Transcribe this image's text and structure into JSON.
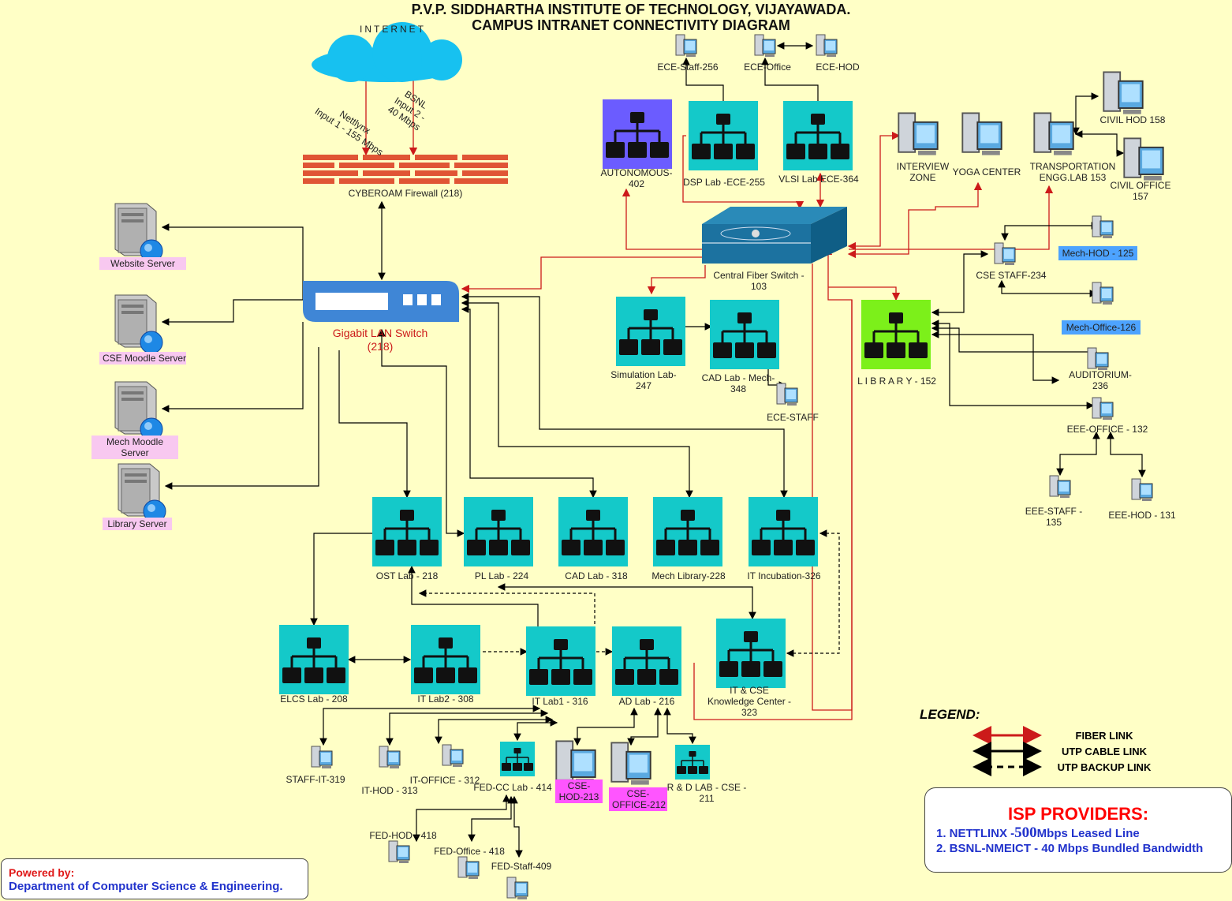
{
  "title": {
    "line1": "P.V.P. SIDDHARTHA INSTITUTE OF TECHNOLOGY, VIJAYAWADA.",
    "line2": "CAMPUS INTRANET CONNECTIVITY DIAGRAM"
  },
  "colors": {
    "background": "#ffffc6",
    "fiber": "#cc1a1a",
    "utp": "#000000",
    "switch_teal": "#14c9c9",
    "autonomous": "#6b5cff",
    "library": "#7cf01a",
    "cloud": "#17c1f0",
    "firewall": "#e05535",
    "lan_switch": "#3f86d6"
  },
  "internet": {
    "label": "INTERNET",
    "input1": "Nettlynx\nInput 1 - 155 Mbps",
    "input2": "BSNL\nInput 2 -\n40 Mbps"
  },
  "firewall": {
    "label": "CYBEROAM  Firewall  (218)"
  },
  "lan_switch": {
    "label": "Gigabit LAN Switch\n(218)"
  },
  "fiber_switch": {
    "label": "Central Fiber Switch -\n103"
  },
  "servers": {
    "website": "Website Server",
    "cse_moodle": "CSE Moodle Server",
    "mech_moodle": "Mech Moodle\nServer",
    "library": "Library Server"
  },
  "nodes": {
    "autonomous": "AUTONOMOUS-\n402",
    "dsp": "DSP Lab -ECE-255",
    "vlsi": "VLSI Lab ECE-364",
    "ece_staff_256": "ECE-Staff-256",
    "ece_office": "ECE-Office",
    "ece_hod": "ECE-HOD",
    "interview": "INTERVIEW\nZONE",
    "yoga": "YOGA CENTER",
    "transport": "TRANSPORTATION\nENGG.LAB 153",
    "civil_hod": "CIVIL HOD 158",
    "civil_office": "CIVIL OFFICE\n157",
    "simulation": "Simulation Lab-\n247",
    "cad_mech": "CAD Lab - Mech-\n348",
    "ece_staff": "ECE-STAFF",
    "library_node": "L I B R A R Y - 152",
    "cse_staff": "CSE STAFF-234",
    "mech_hod": "Mech-HOD - 125",
    "mech_office": "Mech-Office-126",
    "auditorium": "AUDITORIUM-\n236",
    "eee_office": "EEE-OFFICE - 132",
    "eee_staff": "EEE-STAFF -\n135",
    "eee_hod": "EEE-HOD - 131",
    "ost": "OST Lab - 218",
    "pl": "PL Lab - 224",
    "cad318": "CAD Lab - 318",
    "mech_lib": "Mech Library-228",
    "it_incub": "IT Incubation-326",
    "elcs": "ELCS Lab - 208",
    "it_lab2": "IT Lab2 - 308",
    "it_lab1": "IT Lab1 - 316",
    "ad_lab": "AD Lab - 216",
    "knowledge": "IT & CSE\nKnowledge Center -\n323",
    "staff_it": "STAFF-IT-319",
    "it_hod": "IT-HOD - 313",
    "it_office": "IT-OFFICE - 312",
    "fed_cc": "FED-CC Lab - 414",
    "cse_hod": "CSE-\nHOD-213",
    "cse_office": "CSE-\nOFFICE-212",
    "rnd": "R & D LAB - CSE -\n211",
    "fed_hod": "FED-HOD - 418",
    "fed_office": "FED-Office - 418",
    "fed_staff": "FED-Staff-409"
  },
  "legend": {
    "title": "LEGEND:",
    "items": [
      {
        "label": "FIBER LINK",
        "style": "fiber"
      },
      {
        "label": "UTP CABLE LINK",
        "style": "utp"
      },
      {
        "label": "UTP BACKUP LINK",
        "style": "backup"
      }
    ]
  },
  "isp": {
    "title": "ISP PROVIDERS:",
    "item1_pre": "1.  NETTLINX -",
    "item1_num": "500",
    "item1_post": "Mbps Leased Line",
    "item2": "2. BSNL-NMEICT - 40 Mbps Bundled Bandwidth"
  },
  "powered": {
    "label": "Powered by:",
    "dept": "Department of Computer Science & Engineering."
  }
}
